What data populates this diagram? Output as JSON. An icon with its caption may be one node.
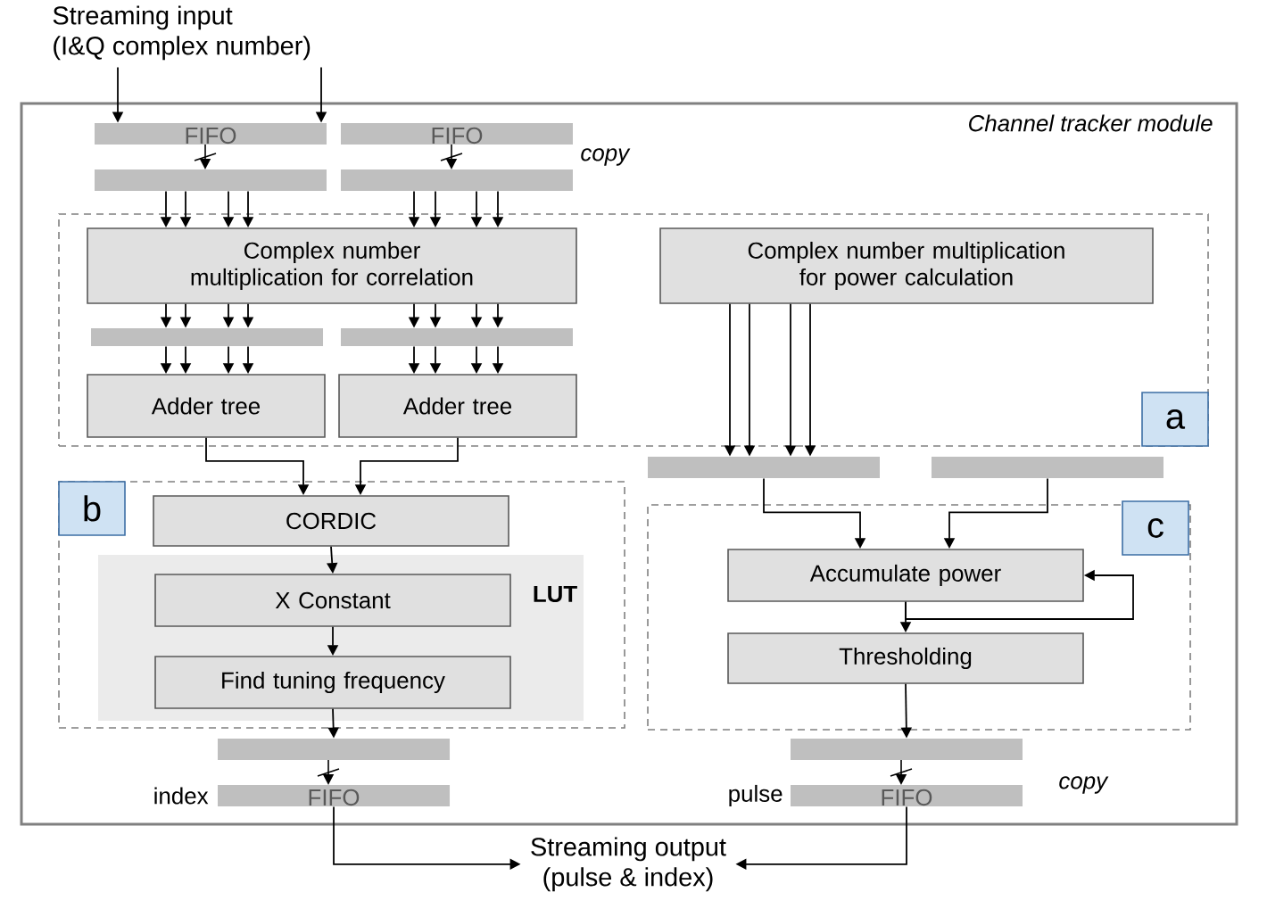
{
  "diagram": {
    "nodes": [
      {
        "text": [
          "Streaming input",
          "(I&Q complex number)"
        ]
      },
      {
        "text": [
          "Channel tracker module"
        ]
      },
      {
        "text": [
          "FIFO"
        ],
        "in": 1
      },
      {
        "text": [
          "FIFO"
        ],
        "in": 1,
        "beside": [
          "copy"
        ]
      },
      {
        "text": [
          "a"
        ],
        "in": 1
      },
      {
        "text": [
          "Complex number multiplication for correlation"
        ],
        "in": 4
      },
      {
        "text": [
          "Complex number multiplication for power calculation"
        ],
        "in": 4
      },
      {
        "text": [],
        "shape": "bar",
        "in": 4
      },
      {
        "text": [],
        "shape": "bar",
        "in": 4
      },
      {
        "text": [
          "Adder tree"
        ],
        "in": 4
      },
      {
        "text": [
          "Adder tree"
        ],
        "in": 4
      },
      {
        "text": [],
        "shape": "bar",
        "in": 1
      },
      {
        "text": [],
        "shape": "bar",
        "in": 1
      },
      {
        "text": [
          "b"
        ],
        "in": 1
      },
      {
        "text": [
          "CORDIC"
        ],
        "in": 13
      },
      {
        "text": [
          "LUT"
        ],
        "in": 13
      },
      {
        "text": [
          "X Constant"
        ],
        "in": 15
      },
      {
        "text": [
          "Find tuning frequency"
        ],
        "in": 15
      },
      {
        "text": [
          "c"
        ],
        "in": 1
      },
      {
        "text": [
          "Accumulate power"
        ],
        "in": 18
      },
      {
        "text": [
          "Thresholding"
        ],
        "in": 18
      },
      {
        "text": [
          "FIFO"
        ],
        "in": 1,
        "beside": [
          "index"
        ]
      },
      {
        "text": [
          "FIFO"
        ],
        "in": 1,
        "beside": [
          "pulse",
          "copy"
        ]
      },
      {
        "text": [
          "Streaming output",
          "(pulse & index)"
        ]
      }
    ],
    "edges": [
      {
        "from": 0,
        "to": 2,
        "arrow": "to"
      },
      {
        "from": 0,
        "to": 3,
        "arrow": "to"
      },
      {
        "from": 2,
        "to": 5,
        "arrow": "to"
      },
      {
        "from": 2,
        "to": 5,
        "arrow": "to"
      },
      {
        "from": 2,
        "to": 5,
        "arrow": "to"
      },
      {
        "from": 2,
        "to": 5,
        "arrow": "to"
      },
      {
        "from": 3,
        "to": 5,
        "arrow": "to"
      },
      {
        "from": 3,
        "to": 5,
        "arrow": "to"
      },
      {
        "from": 3,
        "to": 5,
        "arrow": "to"
      },
      {
        "from": 3,
        "to": 5,
        "arrow": "to"
      },
      {
        "from": 5,
        "to": 7,
        "arrow": "to"
      },
      {
        "from": 5,
        "to": 7,
        "arrow": "to"
      },
      {
        "from": 5,
        "to": 7,
        "arrow": "to"
      },
      {
        "from": 5,
        "to": 7,
        "arrow": "to"
      },
      {
        "from": 5,
        "to": 8,
        "arrow": "to"
      },
      {
        "from": 5,
        "to": 8,
        "arrow": "to"
      },
      {
        "from": 5,
        "to": 8,
        "arrow": "to"
      },
      {
        "from": 5,
        "to": 8,
        "arrow": "to"
      },
      {
        "from": 7,
        "to": 9,
        "arrow": "to"
      },
      {
        "from": 7,
        "to": 9,
        "arrow": "to"
      },
      {
        "from": 7,
        "to": 9,
        "arrow": "to"
      },
      {
        "from": 7,
        "to": 9,
        "arrow": "to"
      },
      {
        "from": 8,
        "to": 10,
        "arrow": "to"
      },
      {
        "from": 8,
        "to": 10,
        "arrow": "to"
      },
      {
        "from": 8,
        "to": 10,
        "arrow": "to"
      },
      {
        "from": 8,
        "to": 10,
        "arrow": "to"
      },
      {
        "from": 6,
        "to": 11,
        "arrow": "to"
      },
      {
        "from": 6,
        "to": 11,
        "arrow": "to"
      },
      {
        "from": 6,
        "to": 11,
        "arrow": "to"
      },
      {
        "from": 6,
        "to": 11,
        "arrow": "to"
      },
      {
        "from": 9,
        "to": 14,
        "arrow": "to"
      },
      {
        "from": 10,
        "to": 14,
        "arrow": "to"
      },
      {
        "from": 11,
        "to": 19,
        "arrow": "to"
      },
      {
        "from": 12,
        "to": 19,
        "arrow": "to"
      },
      {
        "from": 14,
        "to": 16,
        "arrow": "to"
      },
      {
        "from": 16,
        "to": 17,
        "arrow": "to"
      },
      {
        "from": 17,
        "to": 21,
        "arrow": "to"
      },
      {
        "from": 19,
        "to": 20,
        "arrow": "to"
      },
      {
        "from": 19,
        "to": 19,
        "arrow": "to"
      },
      {
        "from": 20,
        "to": 22,
        "arrow": "to"
      },
      {
        "from": 21,
        "to": 23,
        "arrow": "to"
      },
      {
        "from": 22,
        "to": 23,
        "arrow": "to"
      }
    ]
  }
}
